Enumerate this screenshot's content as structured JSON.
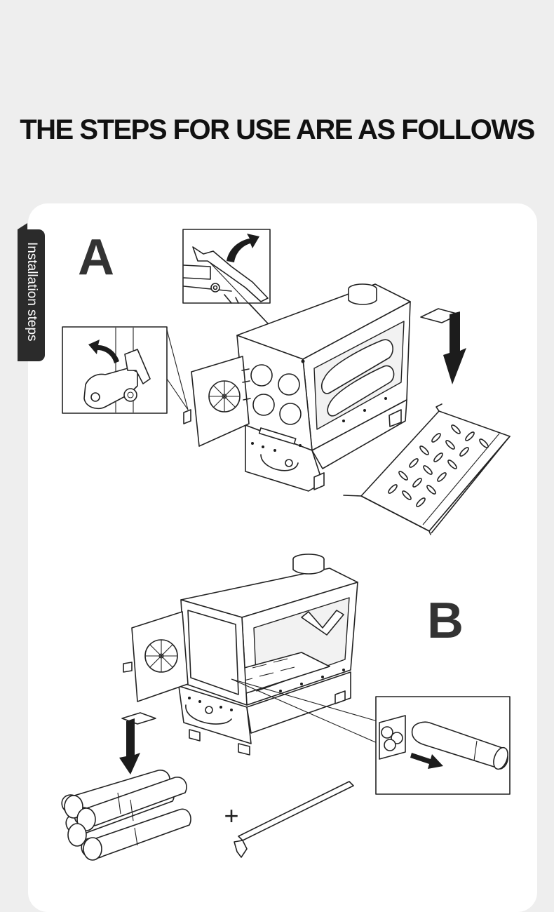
{
  "header": {
    "title": "THE STEPS FOR USE ARE AS FOLLOWS"
  },
  "side_tab": {
    "label": "Installation steps"
  },
  "steps": [
    {
      "letter": "A"
    },
    {
      "letter": "B"
    }
  ],
  "plus_sign": "+",
  "icons": [
    "curved-arrow-icon",
    "down-arrow-icon",
    "right-arrow-icon"
  ],
  "colors": {
    "background": "#eeeeee",
    "card": "#ffffff",
    "tab": "#2b2b2b",
    "text": "#111111"
  }
}
